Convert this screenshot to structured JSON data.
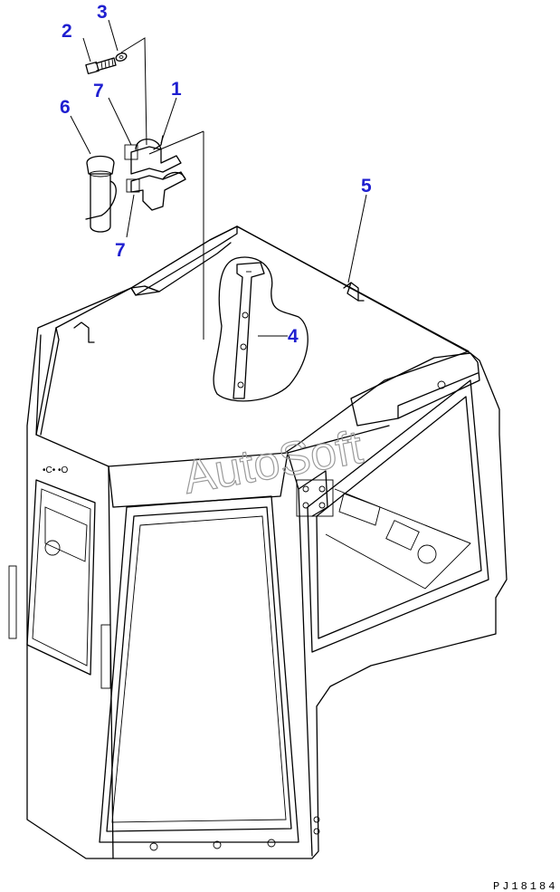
{
  "callouts": [
    {
      "id": "c1",
      "label": "1"
    },
    {
      "id": "c2",
      "label": "2"
    },
    {
      "id": "c3",
      "label": "3"
    },
    {
      "id": "c4",
      "label": "4"
    },
    {
      "id": "c5",
      "label": "5"
    },
    {
      "id": "c6",
      "label": "6"
    },
    {
      "id": "c7a",
      "label": "7"
    },
    {
      "id": "c7b",
      "label": "7"
    }
  ],
  "watermark": "AutoSoft",
  "drawing_code": "PJ18184",
  "colors": {
    "callout": "#1f1fd0",
    "line": "#000000",
    "watermark": "#9a9a9a",
    "background": "#ffffff"
  }
}
